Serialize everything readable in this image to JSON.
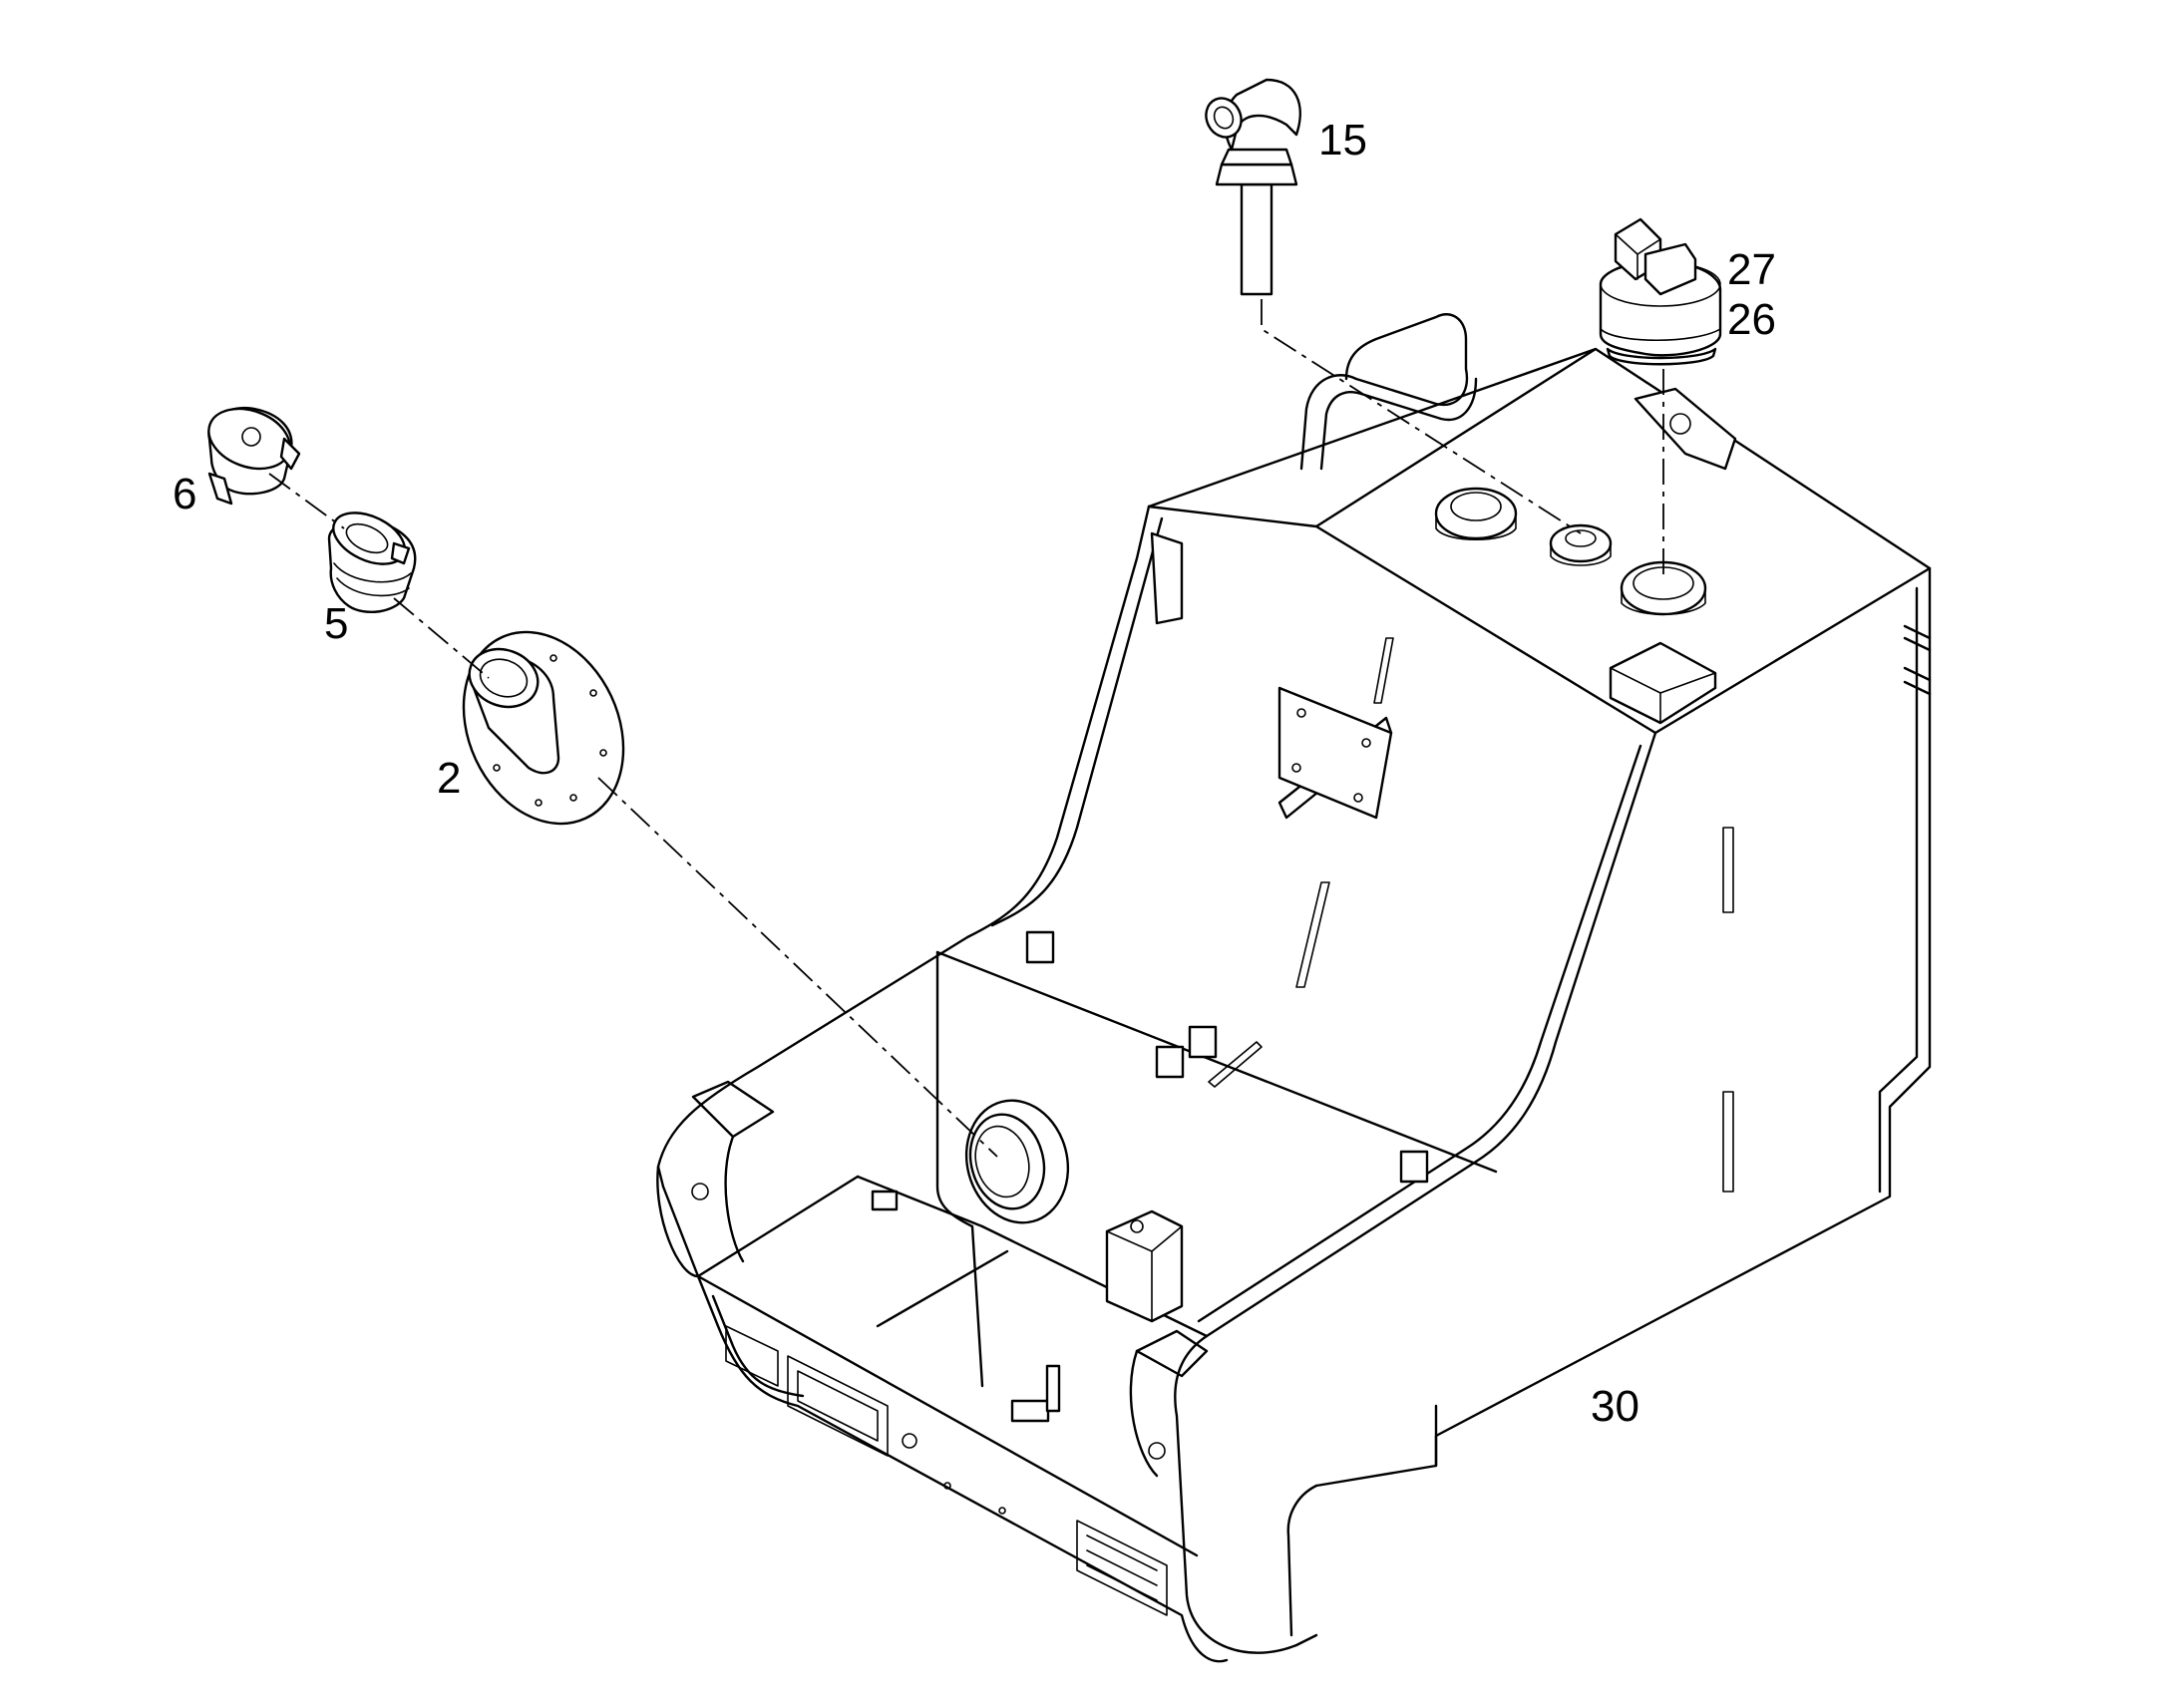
{
  "diagram": {
    "callouts": [
      {
        "id": "c15",
        "text": "15"
      },
      {
        "id": "c27",
        "text": "27"
      },
      {
        "id": "c26",
        "text": "26"
      },
      {
        "id": "c6",
        "text": "6"
      },
      {
        "id": "c5",
        "text": "5"
      },
      {
        "id": "c2",
        "text": "2"
      },
      {
        "id": "c30",
        "text": "30"
      }
    ],
    "colors": {
      "line": "#000000",
      "background": "#ffffff"
    }
  }
}
